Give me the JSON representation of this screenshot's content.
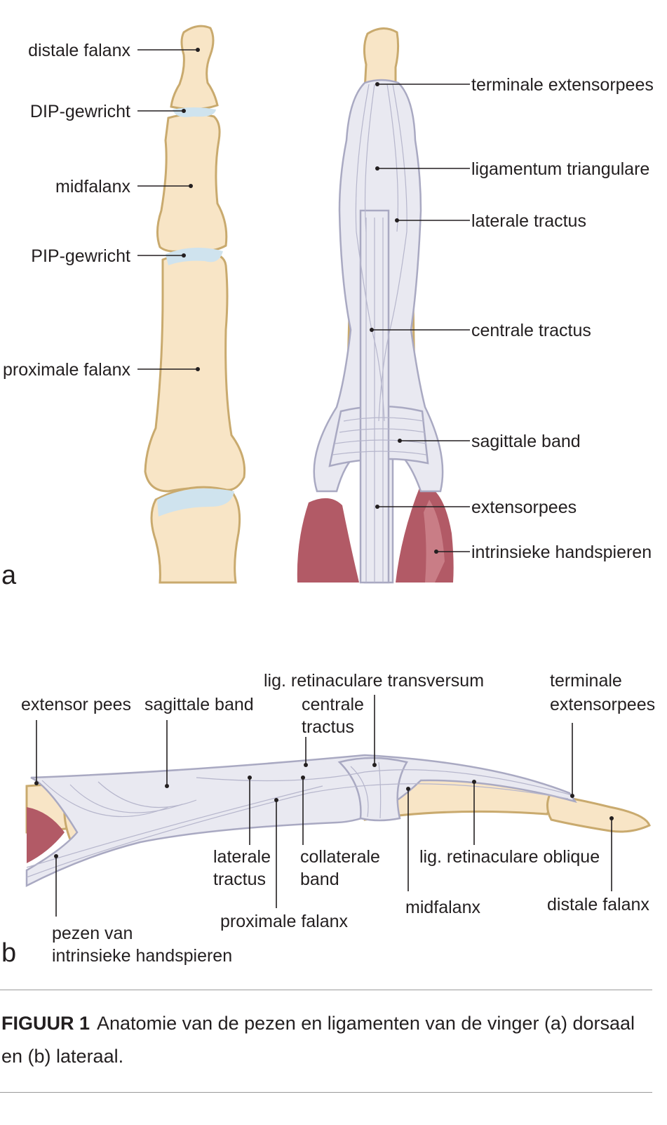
{
  "panel_a": {
    "letter": "a",
    "left_labels": {
      "distal_phalanx": "distale falanx",
      "dip_joint": "DIP-gewricht",
      "middle_phalanx": "midfalanx",
      "pip_joint": "PIP-gewricht",
      "proximal_phalanx": "proximale falanx"
    },
    "right_labels": {
      "terminal_extensor": "terminale extensorpees",
      "triangular_ligament": "ligamentum triangulare",
      "lateral_tract": "laterale tractus",
      "central_tract": "centrale tractus",
      "sagittal_band": "sagittale band",
      "extensor_tendon": "extensorpees",
      "intrinsic_muscles": "intrinsieke handspieren"
    }
  },
  "panel_b": {
    "letter": "b",
    "labels": {
      "extensor_tendon": "extensor pees",
      "sagittal_band": "sagittale band",
      "transverse_retinacular": "lig. retinaculare transversum",
      "central_tract_1": "centrale",
      "central_tract_2": "tractus",
      "terminal_extensor_1": "terminale",
      "terminal_extensor_2": "extensorpees",
      "lateral_tract_1": "laterale",
      "lateral_tract_2": "tractus",
      "collateral_band_1": "collaterale",
      "collateral_band_2": "band",
      "oblique_retinacular": "lig. retinaculare oblique",
      "proximal_phalanx": "proximale falanx",
      "middle_phalanx": "midfalanx",
      "distal_phalanx": "distale falanx",
      "intrinsic_tendons_1": "pezen van",
      "intrinsic_tendons_2": "intrinsieke handspieren"
    }
  },
  "caption": {
    "label": "FIGUUR 1",
    "text": "Anatomie van de pezen en ligamenten van de vinger (a) dorsaal en (b) lateraal."
  },
  "colors": {
    "bone": "#f8e5c6",
    "bone_outline": "#c9aa6e",
    "cartilage": "#cfe3ee",
    "tendon": "#e9e9f1",
    "tendon_outline": "#a9a9c2",
    "muscle": "#b25a66"
  }
}
